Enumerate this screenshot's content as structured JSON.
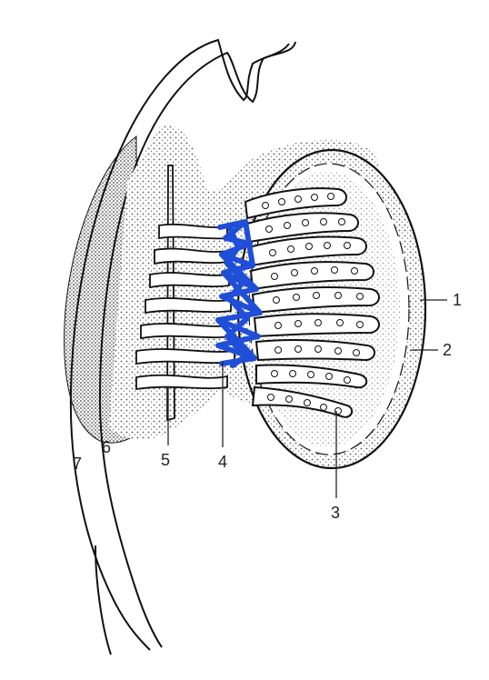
{
  "diagram": {
    "labels": [
      {
        "id": "1",
        "text": "1"
      },
      {
        "id": "2",
        "text": "2"
      },
      {
        "id": "3",
        "text": "3"
      },
      {
        "id": "4",
        "text": "4"
      },
      {
        "id": "5",
        "text": "5"
      },
      {
        "id": "6",
        "text": "6"
      },
      {
        "id": "7",
        "text": "7"
      }
    ],
    "colors": {
      "ink": "#111111",
      "stipple": "#e9e6e0",
      "tubule_highlight": "#1f4fd8",
      "paper": "#ffffff"
    }
  }
}
